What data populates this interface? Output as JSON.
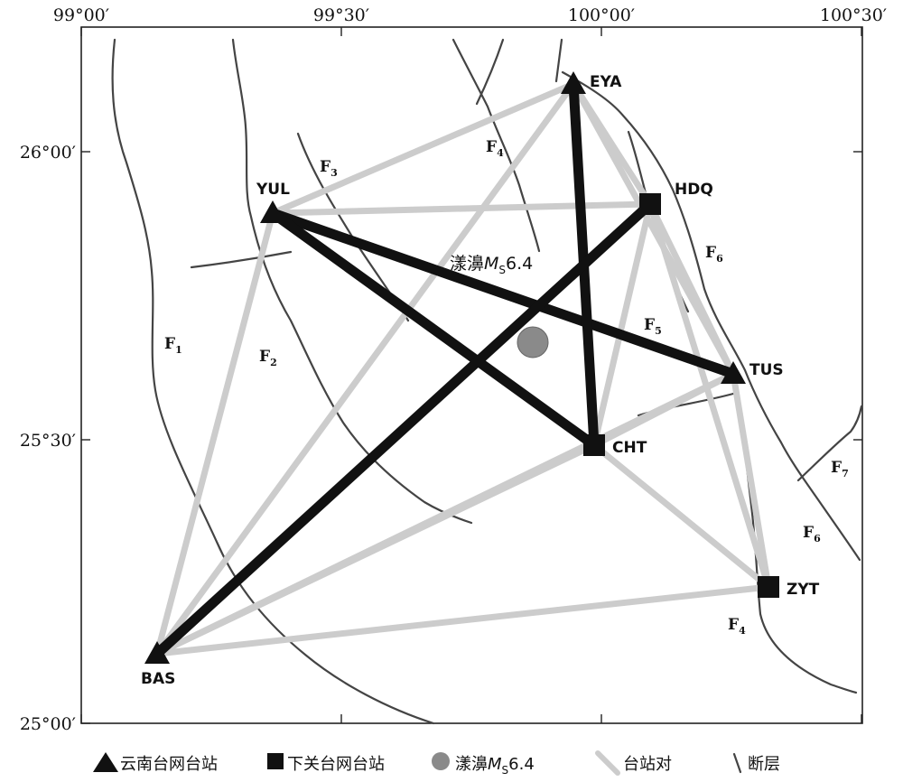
{
  "axis": {
    "top_labels": [
      "99°00′",
      "99°30′",
      "100°00′",
      "100°30′"
    ],
    "left_labels": [
      "26°00′",
      "25°30′",
      "25°00′"
    ]
  },
  "stations": {
    "EYA": {
      "label": "EYA",
      "network": "yunnan"
    },
    "YUL": {
      "label": "YUL",
      "network": "yunnan"
    },
    "TUS": {
      "label": "TUS",
      "network": "yunnan"
    },
    "BAS": {
      "label": "BAS",
      "network": "yunnan"
    },
    "HDQ": {
      "label": "HDQ",
      "network": "xiaguan"
    },
    "CHT": {
      "label": "CHT",
      "network": "xiaguan"
    },
    "ZYT": {
      "label": "ZYT",
      "network": "xiaguan"
    }
  },
  "faults": [
    {
      "main": "F",
      "sub": "1"
    },
    {
      "main": "F",
      "sub": "2"
    },
    {
      "main": "F",
      "sub": "3"
    },
    {
      "main": "F",
      "sub": "4"
    },
    {
      "main": "F",
      "sub": "5"
    },
    {
      "main": "F",
      "sub": "6"
    },
    {
      "main": "F",
      "sub": "6"
    },
    {
      "main": "F",
      "sub": "7"
    },
    {
      "main": "F",
      "sub": "4"
    }
  ],
  "earthquake": {
    "name": "漾濞",
    "M": "M",
    "S": "S",
    "mag": "6.4"
  },
  "legend": {
    "yunnan": "云南台网台站",
    "xiaguan": "下关台网台站",
    "quake_name": "漾濞",
    "quake_M": "M",
    "quake_S": "S",
    "quake_mag": "6.4",
    "pair": "台站对",
    "fault": "断层"
  },
  "colors": {
    "frame": "#222222",
    "fault": "#444444",
    "pair_gray": "#cccccc",
    "pair_black": "#111111",
    "quake": "#8a8a8a"
  }
}
